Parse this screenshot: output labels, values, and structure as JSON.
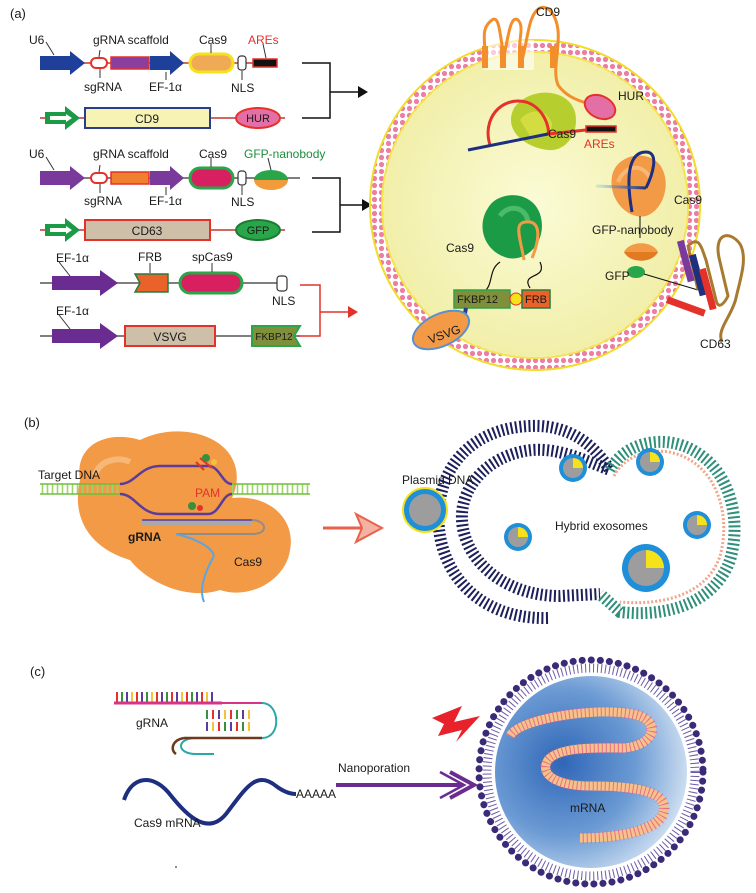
{
  "colors": {
    "arrow_blue": "#1e3f9a",
    "arrow_purple": "#6b2c91",
    "arrow_green": "#1c9b47",
    "membrane_pink": "#e8739a",
    "cell_fill": "#f4f3b9",
    "cas9_orange": "#f29a45",
    "red_label": "#e4322b",
    "green_label": "#1b8f3c",
    "navy_membrane": "#1c1f5a",
    "teal_membrane": "#2f8f7a",
    "mrna_blue": "#2f66b7"
  },
  "panels": {
    "a": "(a)",
    "b": "(b)",
    "c": "(c)"
  },
  "panel_a": {
    "constructs": {
      "u6": "U6",
      "grna_scaffold": "gRNA scaffold",
      "cas9": "Cas9",
      "ares": "AREs",
      "sgrna": "sgRNA",
      "ef1a": "EF-1α",
      "nls": "NLS",
      "cd9": "CD9",
      "hur": "HUR",
      "gfp_nanobody": "GFP-nanobody",
      "cd63": "CD63",
      "gfp": "GFP",
      "frb": "FRB",
      "spcas9": "spCas9",
      "vsvg": "VSVG",
      "fkbp12": "FKBP12"
    },
    "cell": {
      "cd9": "CD9",
      "hur": "HUR",
      "cas9_top": "Cas9",
      "ares": "AREs",
      "cas9_right": "Cas9",
      "gfp_nanobody": "GFP-nanobody",
      "gfp": "GFP",
      "cas9_left": "Cas9",
      "fkbp12": "FKBP12",
      "frb": "FRB",
      "vsvg": "VSVG",
      "cd63": "CD63"
    }
  },
  "panel_b": {
    "target_dna": "Target DNA",
    "pam": "PAM",
    "grna": "gRNA",
    "cas9": "Cas9",
    "plasmid_dna": "Plasmid DNA",
    "hybrid_exosomes": "Hybrid exosomes"
  },
  "panel_c": {
    "grna": "gRNA",
    "cas9_mrna": "Cas9 mRNA",
    "polya": "AAAAA",
    "nanoporation": "Nanoporation",
    "mrna": "mRNA"
  }
}
